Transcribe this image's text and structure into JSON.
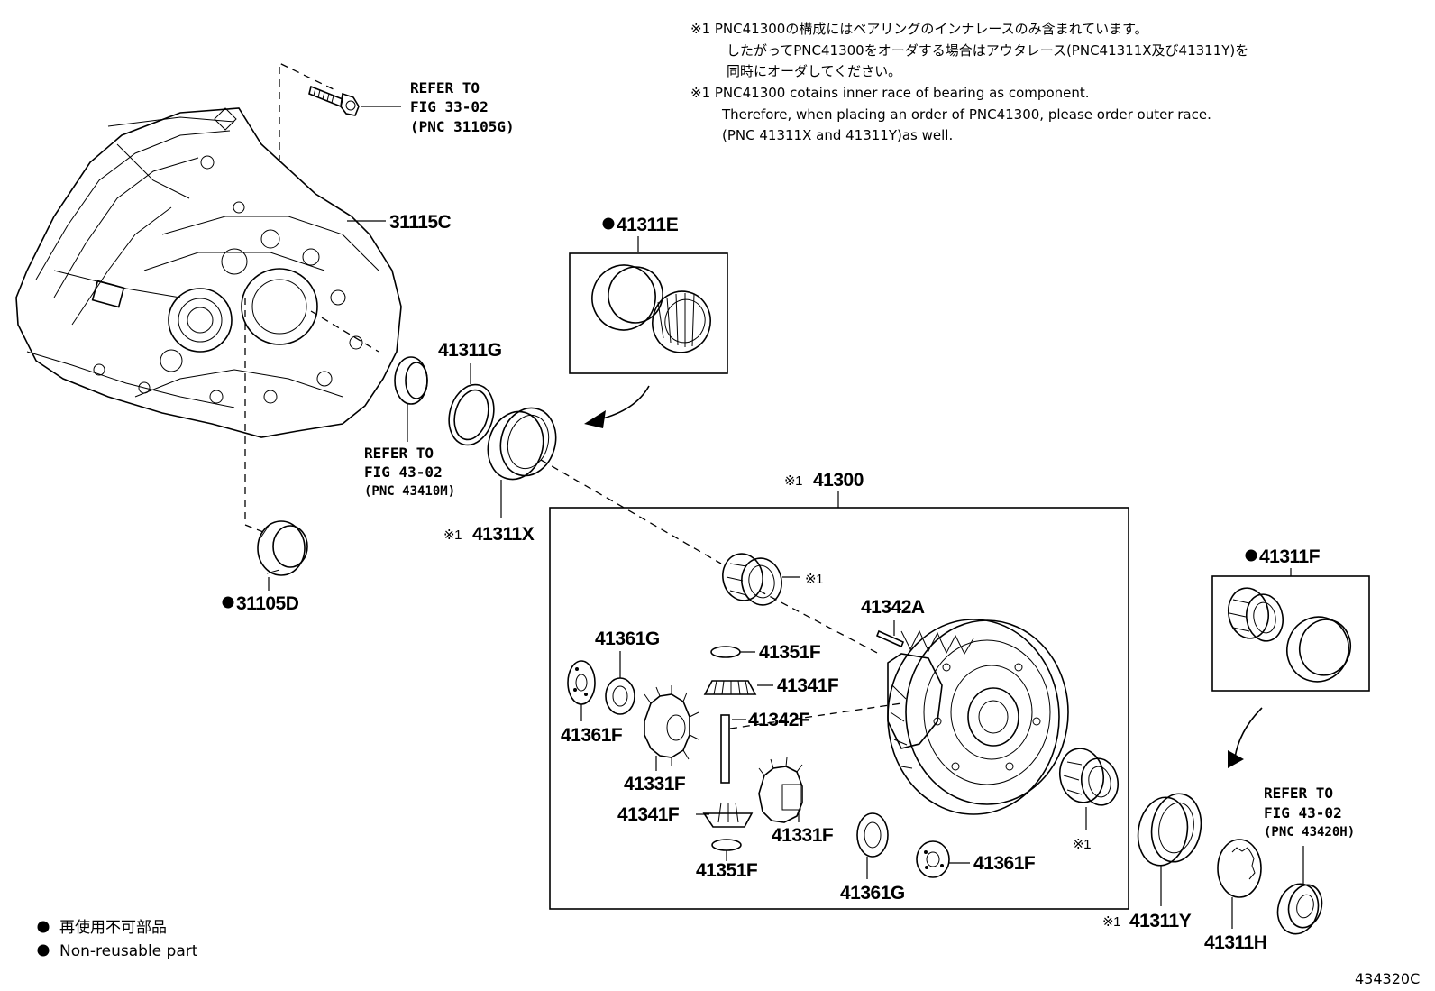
{
  "notes": {
    "jp_line1": "※1  PNC41300の構成にはベアリングのインナレースのみ含まれています。",
    "jp_line2": "したがってPNC41300をオーダする場合はアウタレース(PNC41311X及び41311Y)を",
    "jp_line3": "同時にオーダしてください。",
    "en_line1": "※1 PNC41300 cotains inner race of bearing as component.",
    "en_line2": "Therefore, when placing an order of PNC41300, please order outer race.",
    "en_line3": "(PNC 41311X and 41311Y)as well."
  },
  "refs": {
    "fig33": {
      "l1": "REFER TO",
      "l2": "FIG 33-02",
      "l3": "(PNC 31105G)"
    },
    "fig43a": {
      "l1": "REFER TO",
      "l2": "FIG 43-02",
      "l3": "(PNC 43410M)"
    },
    "fig43b": {
      "l1": "REFER TO",
      "l2": "FIG 43-02",
      "l3": "(PNC 43420H)"
    }
  },
  "labels": {
    "p31115C": "31115C",
    "p41311E": "41311E",
    "p41311G": "41311G",
    "p41311X": "41311X",
    "p31105D": "31105D",
    "p41300": "41300",
    "p41311F": "41311F",
    "mark_x1_bearing_top": "※1",
    "mark_x1_bearing_right": "※1",
    "p41342A": "41342A",
    "p41361G_top": "41361G",
    "p41351F_top": "41351F",
    "p41341F_top": "41341F",
    "p41342F": "41342F",
    "p41361F_left": "41361F",
    "p41331F_left": "41331F",
    "p41341F_bottom": "41341F",
    "p41331F_right": "41331F",
    "p41351F_bottom": "41351F",
    "p41361G_bottom": "41361G",
    "p41361F_right": "41361F",
    "p41311Y": "41311Y",
    "p41311H": "41311H",
    "prefix_41311X": "※1",
    "prefix_41300": "※1",
    "prefix_41311Y": "※1"
  },
  "legend": {
    "jp": "再使用不可部品",
    "en": "Non-reusable part"
  },
  "figure_id": "434320C"
}
